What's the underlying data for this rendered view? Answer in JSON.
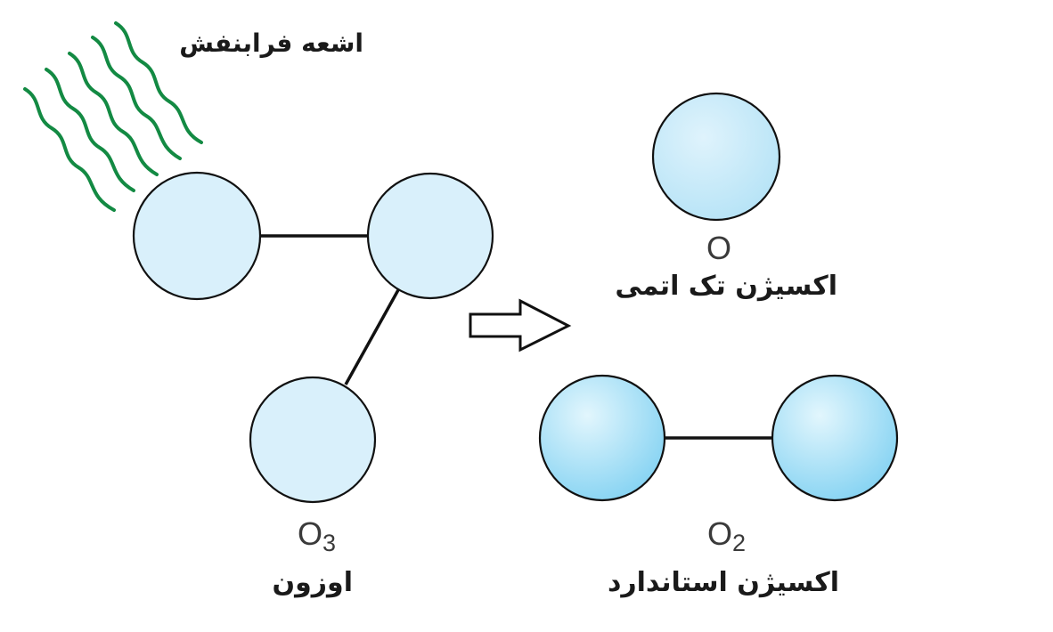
{
  "uv_label": "اشعه فرابنفش",
  "ozone": {
    "formula_main": "O",
    "formula_sub": "3",
    "name": "اوزون"
  },
  "atomic_oxygen": {
    "formula": "O",
    "name": "اکسیژن تک اتمی"
  },
  "standard_oxygen": {
    "formula_main": "O",
    "formula_sub": "2",
    "name": "اکسیژن استاندارد"
  },
  "colors": {
    "uv_wave": "#138a43",
    "ozone_atom": "#d9f0fb",
    "atomic_atom": "#c3e8f8",
    "o2_atom_center": "#e2f6fd",
    "o2_atom_edge": "#83d2f2",
    "bond": "#111111"
  }
}
